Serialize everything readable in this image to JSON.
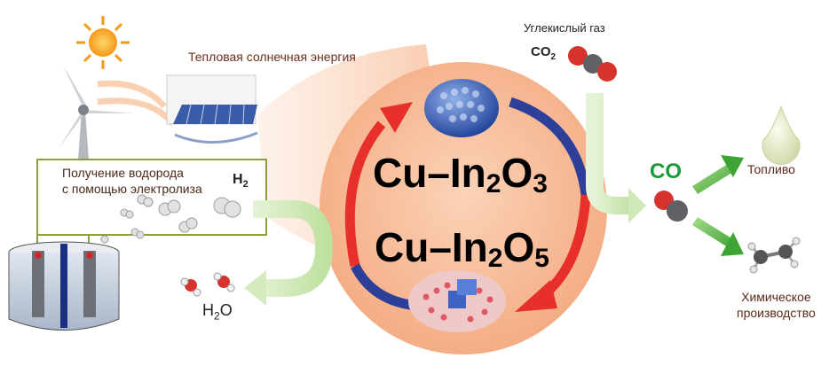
{
  "labels": {
    "solar_thermal": "Тепловая солнечная энергия",
    "co2_name": "Углекислый газ",
    "co2_formula": "CO",
    "co2_sub": "2",
    "h2_formula": "H",
    "h2_sub": "2",
    "electrolysis_line1": "Получение водорода",
    "electrolysis_line2": "с помощью электролиза",
    "water_formula": "H",
    "water_sub": "2",
    "water_o": "O",
    "co_formula": "CO",
    "fuel": "Топливо",
    "chem_line1": "Химическое",
    "chem_line2": "производство"
  },
  "catalysts": {
    "top_main": "Cu–In",
    "top_sub1": "2",
    "top_o": "O",
    "top_sub2": "3",
    "bottom_main": "Cu–In",
    "bottom_sub1": "2",
    "bottom_o": "O",
    "bottom_sub2": "5"
  },
  "colors": {
    "cycle_fill": "#f6b58f",
    "arrow_red": "#e8302a",
    "arrow_blue": "#2e3f9a",
    "green_arrow": "#4caa3a",
    "co_text": "#1c9a3a"
  },
  "icons": {
    "sun": "sun-icon",
    "wind_turbine": "wind-turbine-icon",
    "solar_collector": "solar-collector-icon",
    "electrolyzer": "electrolyzer-icon",
    "fuel_drop": "fuel-drop-icon",
    "ethylene_molecule": "ethylene-molecule-icon"
  }
}
